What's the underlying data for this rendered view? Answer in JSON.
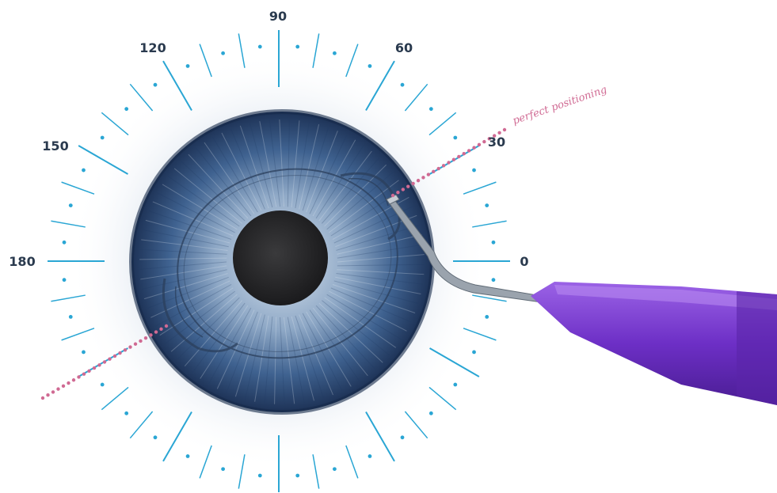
{
  "dial": {
    "labels": [
      "0",
      "30",
      "60",
      "90",
      "120",
      "150",
      "180"
    ],
    "tick_color": "#2aa6d4"
  },
  "annotation": {
    "text": "perfect positioning",
    "color": "#d06a93"
  },
  "colors": {
    "iris": "#3b5f8a",
    "pupil": "#2a2a2c",
    "injector": "#7a3bd0"
  },
  "icons": [
    "eye-icon",
    "injector-icon",
    "lens-implant-icon"
  ]
}
